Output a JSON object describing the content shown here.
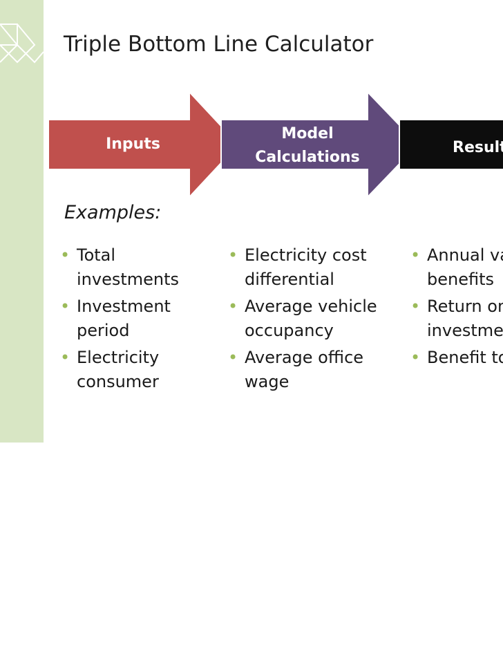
{
  "slide": {
    "title": "Triple Bottom Line Calculator",
    "examples_label": "Examples:"
  },
  "flow": {
    "steps": [
      {
        "label": "Inputs",
        "color": "#c0504d"
      },
      {
        "label": "Model\nCalculations",
        "color": "#604a7b"
      },
      {
        "label": "Results",
        "color": "#0d0d0d"
      }
    ]
  },
  "columns": [
    {
      "items": [
        "Total investments",
        "Investment period",
        "Electricity consumer"
      ]
    },
    {
      "items": [
        "Electricity cost differential",
        "Average vehicle occupancy",
        "Average office wage"
      ]
    },
    {
      "items": [
        "Annual value of benefits",
        "Return on investment",
        "Benefit to cost ratio"
      ]
    }
  ],
  "colors": {
    "sidebar": "#d8e6c4",
    "bullet": "#9bbb59"
  }
}
